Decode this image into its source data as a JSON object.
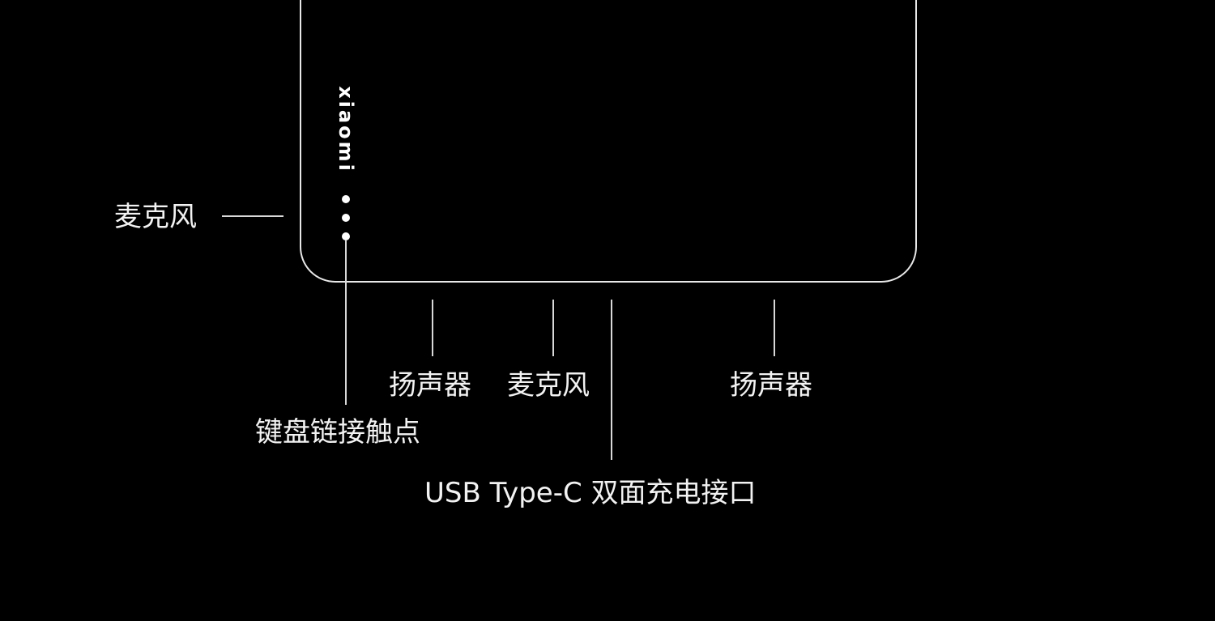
{
  "brand": "xiaomi",
  "labels": {
    "mic_side": "麦克风",
    "speaker_left": "扬声器",
    "mic_bottom": "麦克风",
    "speaker_right": "扬声器",
    "keyboard_contacts": "键盘链接触点",
    "usb": "USB Type-C 双面充电接口"
  },
  "colors": {
    "background": "#000000",
    "outline": "#e8e8e8",
    "text": "#f2f2f2"
  }
}
